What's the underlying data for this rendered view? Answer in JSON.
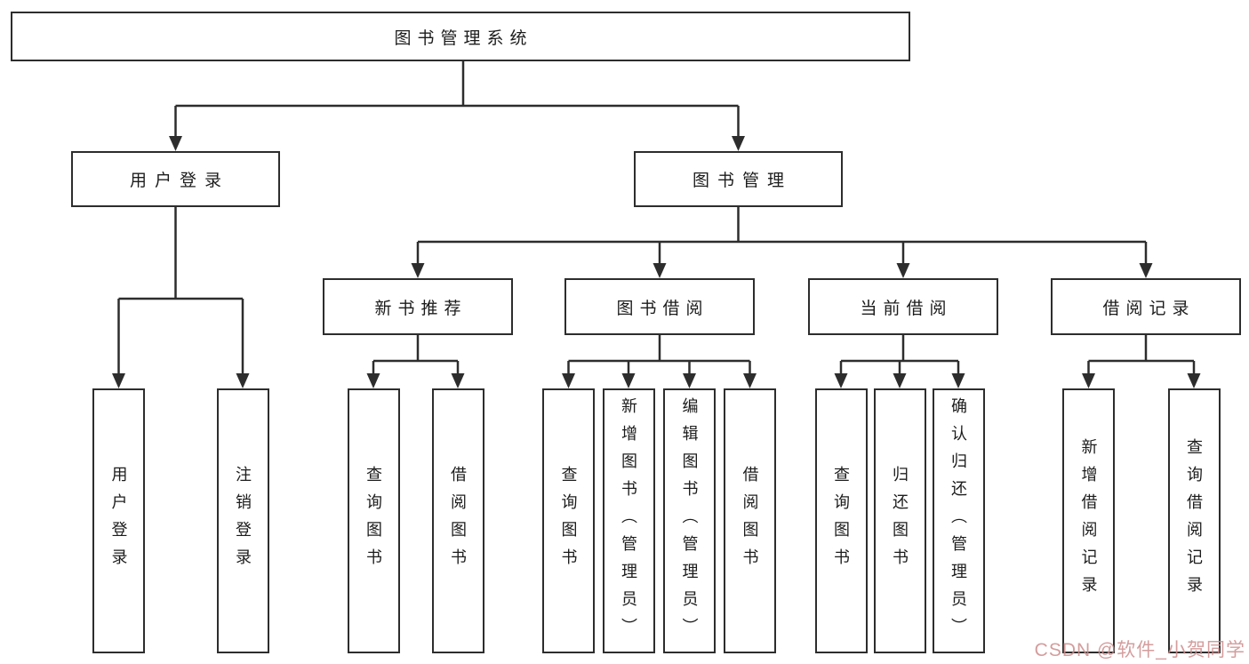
{
  "tree": {
    "root": {
      "label": "图书管理系统"
    },
    "branches": [
      {
        "label": "用户登录",
        "children": [
          {
            "label": "用户登录"
          },
          {
            "label": "注销登录"
          }
        ]
      },
      {
        "label": "图书管理",
        "children": [
          {
            "label": "新书推荐",
            "children": [
              {
                "label": "查询图书"
              },
              {
                "label": "借阅图书"
              }
            ]
          },
          {
            "label": "图书借阅",
            "children": [
              {
                "label": "查询图书"
              },
              {
                "label": "新增图书（管理员）"
              },
              {
                "label": "编辑图书（管理员）"
              },
              {
                "label": "借阅图书"
              }
            ]
          },
          {
            "label": "当前借阅",
            "children": [
              {
                "label": "查询图书"
              },
              {
                "label": "归还图书"
              },
              {
                "label": "确认归还（管理员）"
              }
            ]
          },
          {
            "label": "借阅记录",
            "children": [
              {
                "label": "新增借阅记录"
              },
              {
                "label": "查询借阅记录"
              }
            ]
          }
        ]
      }
    ]
  },
  "watermark": {
    "text": "CSDN @软件_小贺同学"
  },
  "colors": {
    "line": "#2d2d2d",
    "box_border": "#2d2d2d",
    "text": "#1c1c1c",
    "background": "#ffffff",
    "watermark": "#cd8c8c"
  }
}
